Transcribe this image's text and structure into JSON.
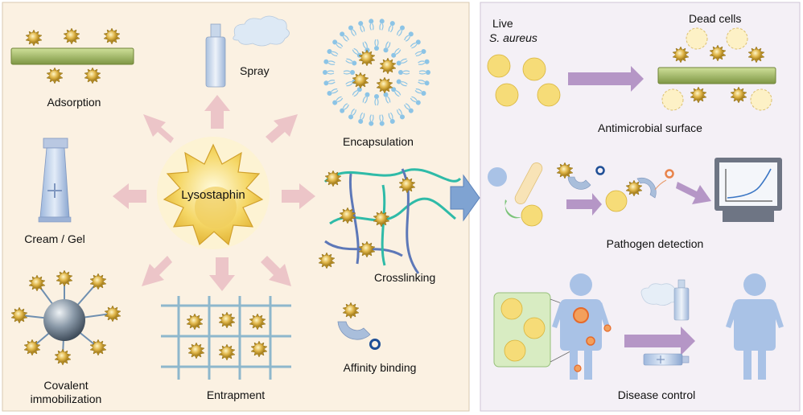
{
  "colors": {
    "left_panel_bg": "#fbf1e2",
    "right_panel_bg": "#f4f0f6",
    "arrow_pink": "#ecc5c8",
    "arrow_purple": "#b596c6",
    "big_arrow_blue": "#7fa3d2",
    "cell_yellow": "#f6dc78",
    "bar_green": "#a8bd6e",
    "lipid_blue": "#8cc4e6",
    "fiber_teal": "#2fbba8",
    "fiber_blue": "#5d78b8",
    "grid_blue": "#8eb7cc",
    "body_blue": "#a9c2e6"
  },
  "left_panel": {
    "center_label": "Lysostaphin",
    "labels": {
      "adsorption": "Adsorption",
      "spray": "Spray",
      "encapsulation": "Encapsulation",
      "cream_gel": "Cream / Gel",
      "crosslinking": "Crosslinking",
      "covalent_line1": "Covalent",
      "covalent_line2": "immobilization",
      "entrapment": "Entrapment",
      "affinity_binding": "Affinity binding"
    }
  },
  "right_panel": {
    "live_label": "Live",
    "species_label": "S. aureus",
    "dead_label": "Dead cells",
    "antimicrobial_label": "Antimicrobial surface",
    "pathogen_label": "Pathogen detection",
    "disease_label": "Disease control"
  }
}
